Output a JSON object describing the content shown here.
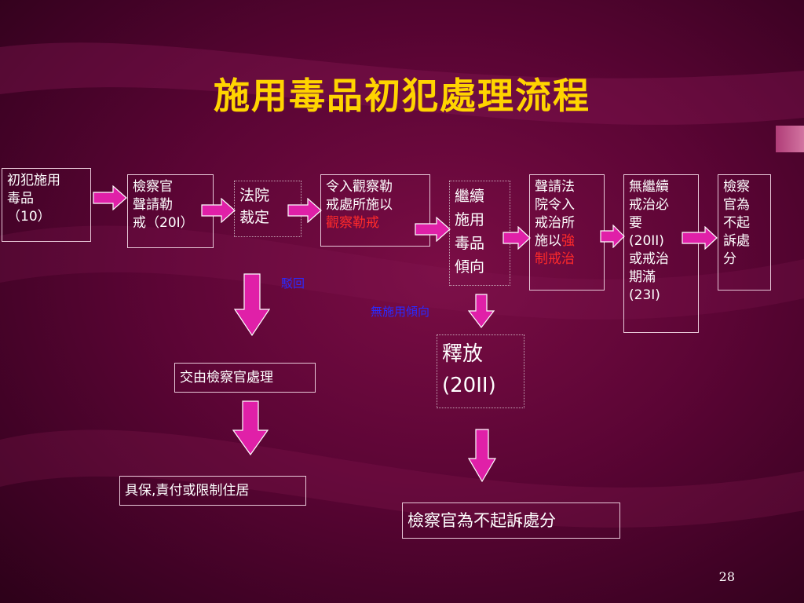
{
  "title": "施用毒品初犯處理流程",
  "boxes": {
    "first_offense": {
      "line1": "初犯施用",
      "line2": "毒品",
      "line3": "（10）"
    },
    "prosecutor_petition": {
      "line1": "檢察官",
      "line2": "聲請勒",
      "line3": "戒（20I）"
    },
    "court_ruling": {
      "line1": "法院",
      "line2": "裁定"
    },
    "observation_order": {
      "line1": "令入觀察勒",
      "line2": "戒處所施以",
      "line3": "觀察勒戒"
    },
    "continued_tendency": {
      "line1": "繼續",
      "line2": "施用",
      "line3": "毒品",
      "line4": "傾向"
    },
    "compulsory_petition": {
      "line1": "聲請法",
      "line2": "院令入",
      "line3": "戒治所",
      "line4a": "施以",
      "line4b": "強",
      "line5": "制戒治"
    },
    "no_need_treatment": {
      "line1": "無繼續",
      "line2": "戒治必",
      "line3": "要",
      "line4": "(20II)",
      "line5": "或戒治",
      "line6": "期滿",
      "line7": "(23I)"
    },
    "non_prosecution_right": {
      "line1": "檢察",
      "line2": "官為",
      "line3": "不起",
      "line4": "訴處",
      "line5": "分"
    },
    "handed_to_prosecutor": {
      "text": "交由檢察官處理"
    },
    "bail": {
      "text": "具保,責付或限制住居"
    },
    "release": {
      "line1": "釋放",
      "line2": "(20II)"
    },
    "non_prosecution_bottom": {
      "text": "檢察官為不起訴處分"
    }
  },
  "labels": {
    "rejected": "駁回",
    "no_tendency": "無施用傾向"
  },
  "page_number": "28",
  "colors": {
    "arrow_fill": "#e020a8",
    "arrow_stroke": "#ffffff",
    "title": "#ffd400",
    "highlight": "#ff2a2a",
    "label": "#2a2aff"
  }
}
